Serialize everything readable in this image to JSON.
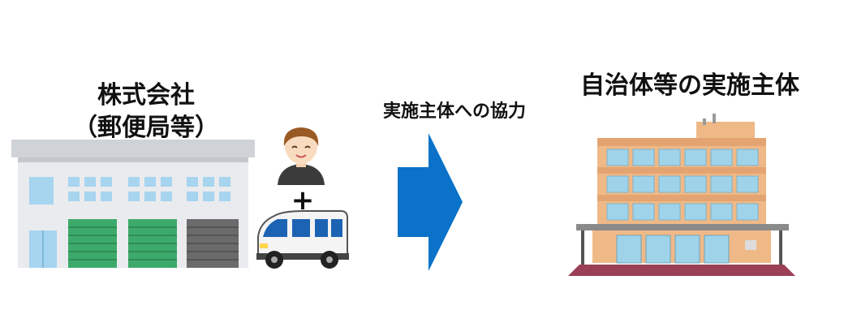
{
  "left_title": {
    "line1": "株式会社",
    "line2": "（郵便局等）"
  },
  "arrow_label": "実施主体への協力",
  "right_title": "自治体等の実施主体",
  "plus_sign": "+",
  "colors": {
    "arrow": "#0a72c8",
    "warehouse_door_green": "#3daa6b",
    "building_window_blue": "#9fd3e9",
    "building_wall": "#efb987",
    "building_base": "#9a3f55"
  },
  "icons": [
    "factory-icon",
    "person-icon",
    "van-icon",
    "arrow-right-icon",
    "office-building-icon"
  ]
}
